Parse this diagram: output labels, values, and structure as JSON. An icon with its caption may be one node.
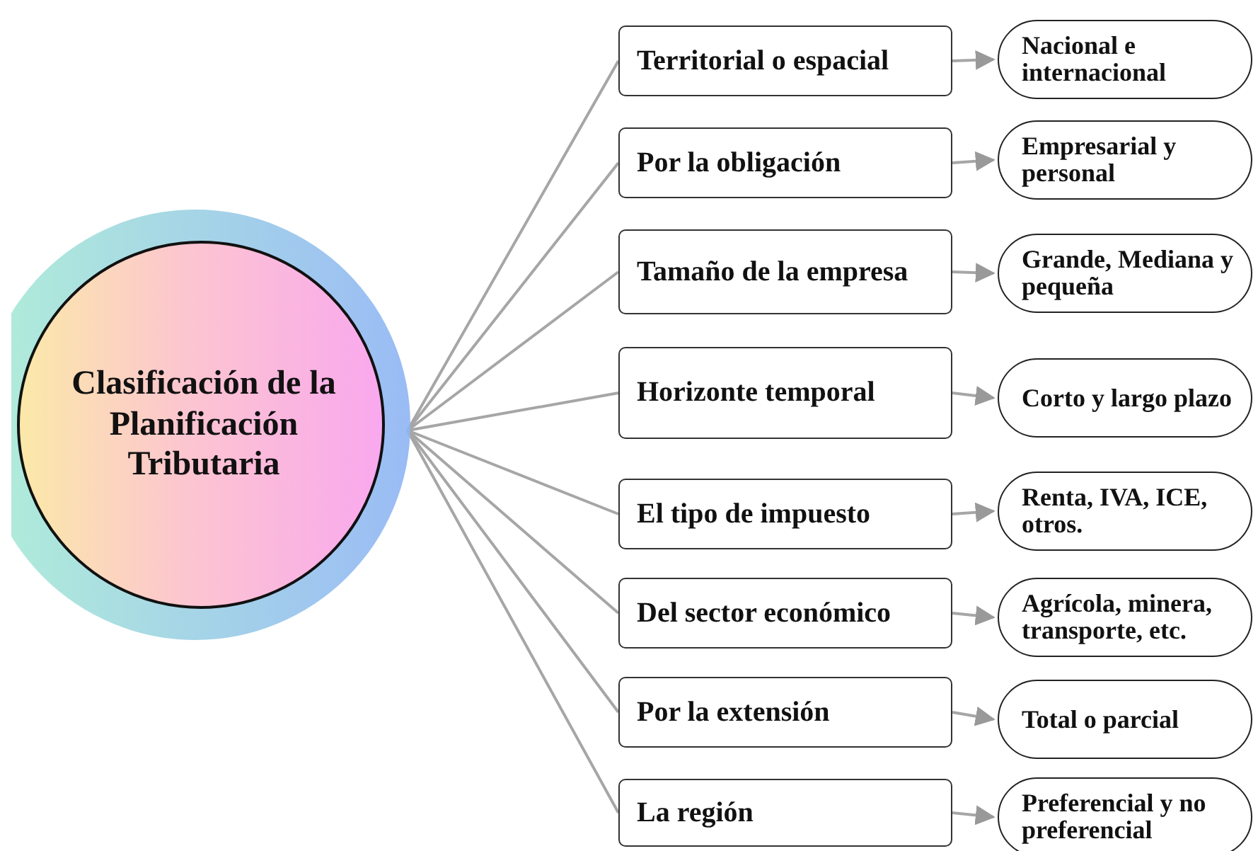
{
  "diagram": {
    "nodes": [
      {
        "text": [
          "Clasificación de la Planificación Tributaria"
        ]
      },
      {
        "text": [
          "Territorial o espacial"
        ]
      },
      {
        "text": [
          "Por la obligación"
        ]
      },
      {
        "text": [
          "Tamaño de la empresa"
        ]
      },
      {
        "text": [
          "Horizonte temporal"
        ]
      },
      {
        "text": [
          "El tipo de impuesto"
        ]
      },
      {
        "text": [
          "Del sector económico"
        ]
      },
      {
        "text": [
          "Por la extensión"
        ]
      },
      {
        "text": [
          "La región"
        ]
      },
      {
        "text": [
          "Nacional e internacional"
        ]
      },
      {
        "text": [
          "Empresarial y personal"
        ]
      },
      {
        "text": [
          "Grande, Mediana y pequeña"
        ]
      },
      {
        "text": [
          "Corto y largo plazo"
        ]
      },
      {
        "text": [
          "Renta, IVA, ICE, otros."
        ]
      },
      {
        "text": [
          "Agrícola, minera, transporte, etc."
        ]
      },
      {
        "text": [
          "Total o parcial"
        ]
      },
      {
        "text": [
          "Preferencial y no preferencial"
        ]
      }
    ],
    "edges": [
      {
        "from": 0,
        "to": 1,
        "arrow": "none"
      },
      {
        "from": 0,
        "to": 2,
        "arrow": "none"
      },
      {
        "from": 0,
        "to": 3,
        "arrow": "none"
      },
      {
        "from": 0,
        "to": 4,
        "arrow": "none"
      },
      {
        "from": 0,
        "to": 5,
        "arrow": "none"
      },
      {
        "from": 0,
        "to": 6,
        "arrow": "none"
      },
      {
        "from": 0,
        "to": 7,
        "arrow": "none"
      },
      {
        "from": 0,
        "to": 8,
        "arrow": "none"
      },
      {
        "from": 1,
        "to": 9,
        "arrow": "to"
      },
      {
        "from": 2,
        "to": 10,
        "arrow": "to"
      },
      {
        "from": 3,
        "to": 11,
        "arrow": "to"
      },
      {
        "from": 4,
        "to": 12,
        "arrow": "to"
      },
      {
        "from": 5,
        "to": 13,
        "arrow": "to"
      },
      {
        "from": 6,
        "to": 14,
        "arrow": "to"
      },
      {
        "from": 7,
        "to": 15,
        "arrow": "to"
      },
      {
        "from": 8,
        "to": 16,
        "arrow": "to"
      }
    ]
  }
}
